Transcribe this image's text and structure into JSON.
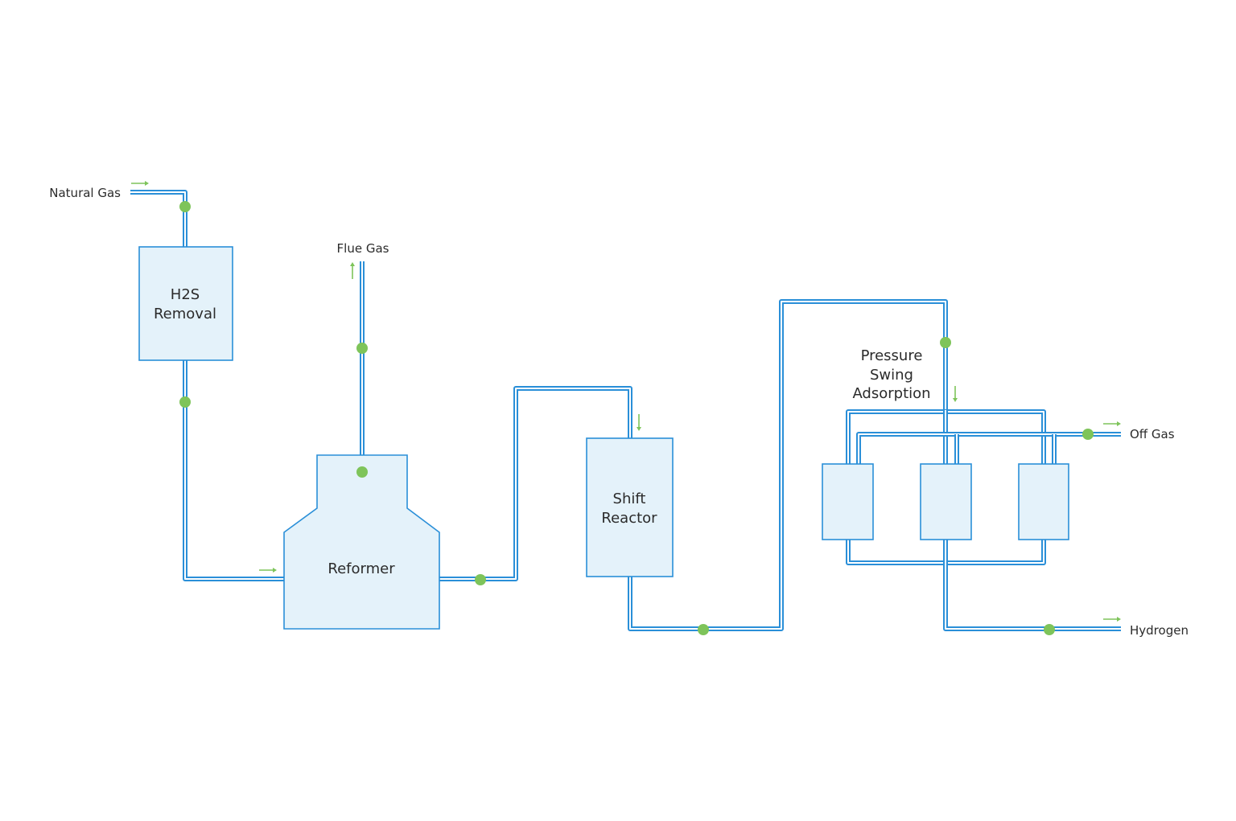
{
  "labels": {
    "natural_gas": "Natural Gas",
    "flue_gas": "Flue Gas",
    "off_gas": "Off Gas",
    "hydrogen": "Hydrogen"
  },
  "units": {
    "h2s_removal": [
      "H2S",
      "Removal"
    ],
    "reformer": [
      "Reformer"
    ],
    "shift_reactor": [
      "Shift",
      "Reactor"
    ],
    "psa": [
      "Pressure",
      "Swing",
      "Adsorption"
    ]
  },
  "colors": {
    "pipe": "#2a8fd8",
    "unit_fill": "#e4f2fa",
    "flow_marker": "#7ec45a"
  }
}
